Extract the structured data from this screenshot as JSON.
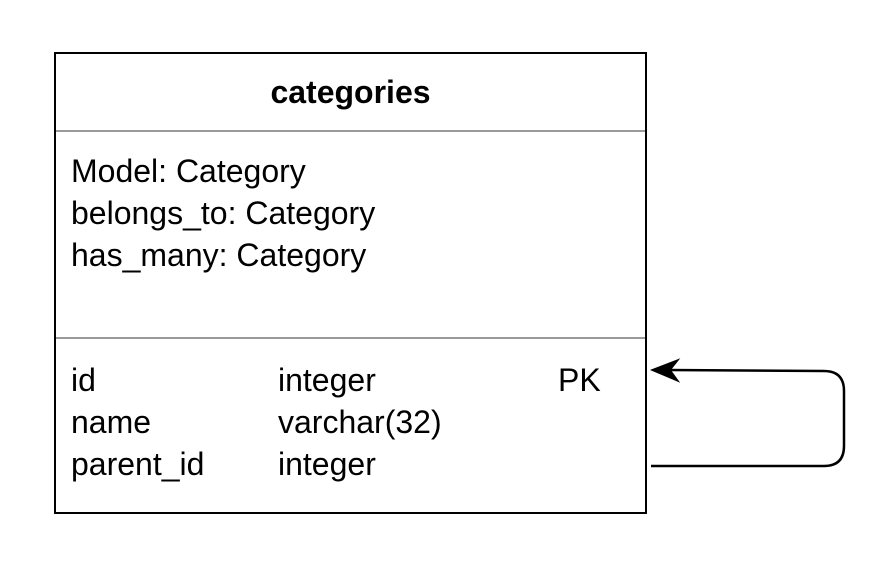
{
  "table": {
    "title": "categories",
    "meta": [
      "Model: Category",
      "belongs_to: Category",
      "has_many: Category"
    ],
    "columns": [
      {
        "name": "id",
        "type": "integer",
        "key": "PK"
      },
      {
        "name": "name",
        "type": "varchar(32)",
        "key": ""
      },
      {
        "name": "parent_id",
        "type": "integer",
        "key": ""
      }
    ]
  },
  "relation": {
    "from": "parent_id",
    "to": "id",
    "color": "#000000"
  }
}
